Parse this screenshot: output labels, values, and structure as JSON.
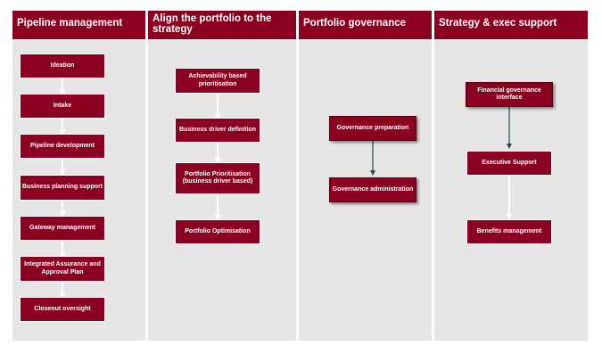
{
  "columns": [
    {
      "title": "Pipeline management",
      "boxes": [
        "Ideation",
        "Intake",
        "Pipeline development",
        "Business planning support",
        "Gateway management",
        "Integrated Assurance and Approval Plan",
        "Closeout oversight"
      ]
    },
    {
      "title": "Align the portfolio to the strategy",
      "boxes": [
        "Achievability based prioritisation",
        "Business driver definition",
        "Portfolio Prioritisation (business driver based)",
        "Portfolio Optimisation"
      ]
    },
    {
      "title": "Portfolio governance",
      "boxes": [
        "Governance preparation",
        "Governance administration"
      ]
    },
    {
      "title": "Strategy & exec support",
      "boxes": [
        "Financial governance interface",
        "Executive Support",
        "Benefits management"
      ]
    }
  ],
  "colors": {
    "header": "#8b0020",
    "box": "#8b0020",
    "column_bg": "#e6e6e6",
    "arrow_white": "#ffffff",
    "arrow_dark": "#1f4e4e"
  }
}
